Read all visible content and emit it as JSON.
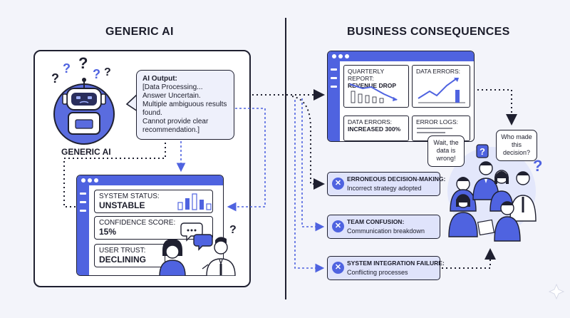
{
  "headings": {
    "left": "GENERIC AI",
    "right": "BUSINESS CONSEQUENCES"
  },
  "ai_output": {
    "title": "AI Output:",
    "body": "[Data Processing...\nAnswer Uncertain.\nMultiple ambiguous results\nfound.\nCannot provide clear\nrecommendation.]"
  },
  "ai_label": "GENERIC AI",
  "system_stats": [
    {
      "label": "SYSTEM STATUS:",
      "value": "UNSTABLE"
    },
    {
      "label": "CONFIDENCE SCORE:",
      "value": "15%"
    },
    {
      "label": "USER TRUST:",
      "value": "DECLINING"
    }
  ],
  "report_panels": [
    {
      "line1": "QUARTERLY REPORT:",
      "line2": "REVENUE DROP"
    },
    {
      "line1": "DATA ERRORS:",
      "line2": ""
    },
    {
      "line1": "DATA ERRORS:",
      "line2": "INCREASED 300%"
    },
    {
      "line1": "ERROR LOGS:",
      "line2": ""
    }
  ],
  "consequences": [
    {
      "title": "ERRONEOUS DECISION-MAKING:",
      "desc": "Incorrect strategy adopted"
    },
    {
      "title": "TEAM CONFUSION:",
      "desc": "Communication breakdown"
    },
    {
      "title": "SYSTEM INTEGRATION FAILURE:",
      "desc": "Conflicting processes"
    }
  ],
  "speech": {
    "wait": "Wait, the\ndata is\nwrong!",
    "who": "Who made\nthis\ndecision?"
  },
  "colors": {
    "accent": "#4f63e0",
    "accent_light": "#dfe3fb",
    "ink": "#1f2030",
    "background": "#f3f4fa"
  }
}
